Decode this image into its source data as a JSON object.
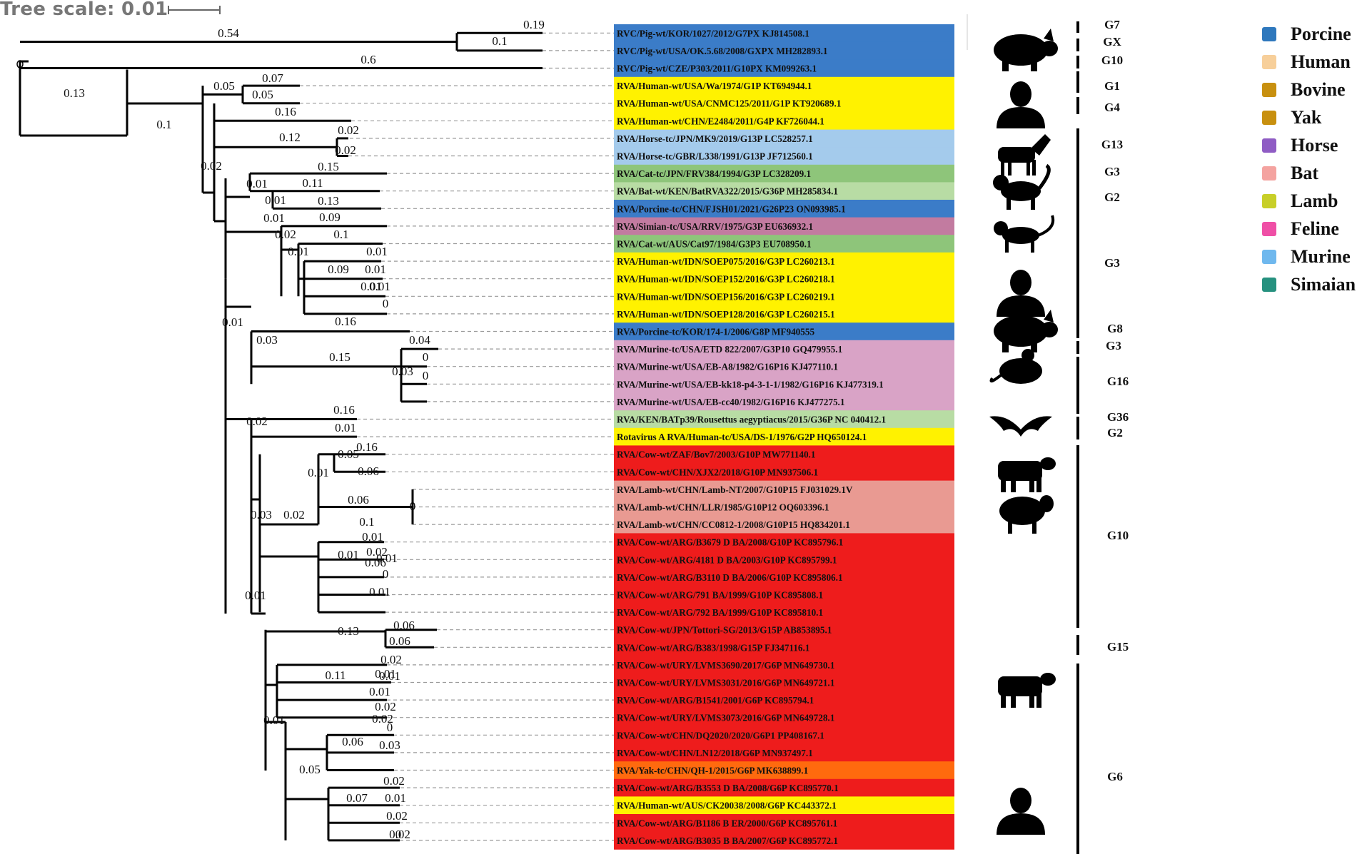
{
  "header": {
    "tree_scale_label": "Tree scale: 0.01"
  },
  "colors": {
    "porcine": "#3b7cc8",
    "human": "#fff200",
    "horse": "#a4cbec",
    "cat": "#8ec57a",
    "bat": "#b8dca4",
    "simian": "#c27ba0",
    "murine": "#d9a3c6",
    "lamb": "#e99a92",
    "cow": "#ee1c1c",
    "yak": "#ff6a0e",
    "branch": "#000000",
    "dashed_leader": "#9a9a9a"
  },
  "taxa": [
    {
      "label": "RVC/Pig-wt/KOR/1027/2012/G7PX KJ814508.1",
      "host": "porcine"
    },
    {
      "label": "RVC/Pig-wt/USA/OK.5.68/2008/GXPX MH282893.1",
      "host": "porcine"
    },
    {
      "label": "RVC/Pig-wt/CZE/P303/2011/G10PX KM099263.1",
      "host": "porcine"
    },
    {
      "label": "RVA/Human-wt/USA/Wa/1974/G1P KT694944.1",
      "host": "human"
    },
    {
      "label": "RVA/Human-wt/USA/CNMC125/2011/G1P KT920689.1",
      "host": "human"
    },
    {
      "label": "RVA/Human-wt/CHN/E2484/2011/G4P KF726044.1",
      "host": "human"
    },
    {
      "label": "RVA/Horse-tc/JPN/MK9/2019/G13P LC528257.1",
      "host": "horse"
    },
    {
      "label": "RVA/Horse-tc/GBR/L338/1991/G13P JF712560.1",
      "host": "horse"
    },
    {
      "label": "RVA/Cat-tc/JPN/FRV384/1994/G3P LC328209.1",
      "host": "cat"
    },
    {
      "label": "RVA/Bat-wt/KEN/BatRVA322/2015/G36P MH285834.1",
      "host": "bat"
    },
    {
      "label": "RVA/Porcine-tc/CHN/FJSH01/2021/G26P23 ON093985.1",
      "host": "porcine"
    },
    {
      "label": "RVA/Simian-tc/USA/RRV/1975/G3P EU636932.1",
      "host": "simian"
    },
    {
      "label": "RVA/Cat-wt/AUS/Cat97/1984/G3P3 EU708950.1",
      "host": "cat"
    },
    {
      "label": "RVA/Human-wt/IDN/SOEP075/2016/G3P LC260213.1",
      "host": "human"
    },
    {
      "label": "RVA/Human-wt/IDN/SOEP152/2016/G3P LC260218.1",
      "host": "human"
    },
    {
      "label": "RVA/Human-wt/IDN/SOEP156/2016/G3P LC260219.1",
      "host": "human"
    },
    {
      "label": "RVA/Human-wt/IDN/SOEP128/2016/G3P LC260215.1",
      "host": "human"
    },
    {
      "label": "RVA/Porcine-tc/KOR/174-1/2006/G8P MF940555",
      "host": "porcine"
    },
    {
      "label": "RVA/Murine-tc/USA/ETD 822/2007/G3P10 GQ479955.1",
      "host": "murine"
    },
    {
      "label": "RVA/Murine-wt/USA/EB-A8/1982/G16P16 KJ477110.1",
      "host": "murine"
    },
    {
      "label": "RVA/Murine-wt/USA/EB-kk18-p4-3-1-1/1982/G16P16 KJ477319.1",
      "host": "murine"
    },
    {
      "label": "RVA/Murine-wt/USA/EB-cc40/1982/G16P16 KJ477275.1",
      "host": "murine"
    },
    {
      "label": "RVA/KEN/BATp39/Rousettus aegyptiacus/2015/G36P NC 040412.1",
      "host": "bat"
    },
    {
      "label": "Rotavirus A RVA/Human-tc/USA/DS-1/1976/G2P HQ650124.1",
      "host": "human"
    },
    {
      "label": "RVA/Cow-wt/ZAF/Bov7/2003/G10P MW771140.1",
      "host": "cow"
    },
    {
      "label": "RVA/Cow-wt/CHN/XJX2/2018/G10P MN937506.1",
      "host": "cow"
    },
    {
      "label": "RVA/Lamb-wt/CHN/Lamb-NT/2007/G10P15 FJ031029.1V",
      "host": "lamb"
    },
    {
      "label": "RVA/Lamb-wt/CHN/LLR/1985/G10P12 OQ603396.1",
      "host": "lamb"
    },
    {
      "label": "RVA/Lamb-wt/CHN/CC0812-1/2008/G10P15 HQ834201.1",
      "host": "lamb"
    },
    {
      "label": "RVA/Cow-wt/ARG/B3679 D BA/2008/G10P KC895796.1",
      "host": "cow"
    },
    {
      "label": "RVA/Cow-wt/ARG/4181 D BA/2003/G10P KC895799.1",
      "host": "cow"
    },
    {
      "label": "RVA/Cow-wt/ARG/B3110 D BA/2006/G10P KC895806.1",
      "host": "cow"
    },
    {
      "label": "RVA/Cow-wt/ARG/791 BA/1999/G10P KC895808.1",
      "host": "cow"
    },
    {
      "label": "RVA/Cow-wt/ARG/792 BA/1999/G10P KC895810.1",
      "host": "cow"
    },
    {
      "label": "RVA/Cow-wt/JPN/Tottori-SG/2013/G15P AB853895.1",
      "host": "cow"
    },
    {
      "label": "RVA/Cow-wt/ARG/B383/1998/G15P FJ347116.1",
      "host": "cow"
    },
    {
      "label": "RVA/Cow-wt/URY/LVMS3690/2017/G6P MN649730.1",
      "host": "cow"
    },
    {
      "label": "RVA/Cow-wt/URY/LVMS3031/2016/G6P MN649721.1",
      "host": "cow"
    },
    {
      "label": "RVA/Cow-wt/ARG/B1541/2001/G6P KC895794.1",
      "host": "cow"
    },
    {
      "label": "RVA/Cow-wt/URY/LVMS3073/2016/G6P MN649728.1",
      "host": "cow"
    },
    {
      "label": "RVA/Cow-wt/CHN/DQ2020/2020/G6P1 PP408167.1",
      "host": "cow"
    },
    {
      "label": "RVA/Cow-wt/CHN/LN12/2018/G6P MN937497.1",
      "host": "cow"
    },
    {
      "label": "RVA/Yak-tc/CHN/QH-1/2015/G6P MK638899.1",
      "host": "yak"
    },
    {
      "label": "RVA/Cow-wt/ARG/B3553 D BA/2008/G6P KC895770.1",
      "host": "cow"
    },
    {
      "label": "RVA/Human-wt/AUS/CK20038/2008/G6P KC443372.1",
      "host": "human"
    },
    {
      "label": "RVA/Cow-wt/ARG/B1186 B ER/2000/G6P KC895761.1",
      "host": "cow"
    },
    {
      "label": "RVA/Cow-wt/ARG/B3035 B BA/2007/G6P KC895772.1",
      "host": "cow"
    }
  ],
  "tree": {
    "branches": [
      {
        "v": 0,
        "x0": 0,
        "y0": 0,
        "x1": 0,
        "y1": 0
      }
    ],
    "branch_lengths": [
      "0.54",
      "0.19",
      "0.1",
      "0.6",
      "0.13",
      "0.1",
      "0.05",
      "0.07",
      "0.05",
      "0.16",
      "0.12",
      "0.02",
      "0.02",
      "0.02",
      "0.15",
      "0.01",
      "0.11",
      "0.01",
      "0.13",
      "0.01",
      "0.09",
      "0.02",
      "0.1",
      "0.01",
      "0.01",
      "0.09",
      "0.01",
      "0.01",
      "0.01",
      "0",
      "0.01",
      "0.16",
      "0.03",
      "0.04",
      "0.15",
      "0",
      "0.03",
      "0",
      "0.16",
      "0.02",
      "0.01",
      "0.16",
      "0.05",
      "0.01",
      "0.06",
      "0.02",
      "0.06",
      "0.1",
      "0",
      "0.01",
      "0.02",
      "0.06",
      "0.03",
      "0.01",
      "0.01",
      "0",
      "0.01",
      "0.01",
      "0.13",
      "0.06",
      "0.06",
      "0.02",
      "0.01",
      "0.11",
      "0.01",
      "0.01",
      "0.02",
      "0.02",
      "0.01",
      "0.06",
      "0",
      "0.03",
      "0.05",
      "0.02",
      "0.07",
      "0.01",
      "0.02",
      "0.02",
      "0"
    ]
  },
  "genotypes": [
    "G7",
    "GX",
    "G10",
    "G1",
    "G4",
    "G13",
    "G3",
    "G2",
    "G3",
    "G8",
    "G3",
    "G16",
    "G36",
    "G2",
    "G10",
    "G15",
    "G6"
  ],
  "legend": [
    {
      "label": "Porcine",
      "color": "#2e78bd"
    },
    {
      "label": "Human",
      "color": "#f7cf9a"
    },
    {
      "label": "Bovine",
      "color": "#c8900f"
    },
    {
      "label": "Yak",
      "color": "#c8900f"
    },
    {
      "label": "Horse",
      "color": "#8f5cc4"
    },
    {
      "label": "Bat",
      "color": "#f4a3a0"
    },
    {
      "label": "Lamb",
      "color": "#c8cf28"
    },
    {
      "label": "Feline",
      "color": "#ef4fa6"
    },
    {
      "label": "Murine",
      "color": "#6fb8ee"
    },
    {
      "label": "Simaian",
      "color": "#26917f"
    }
  ],
  "silhouettes": [
    "pig-icon",
    "human-icon",
    "horse-icon",
    "cat-icon",
    "monkey-icon",
    "human-icon",
    "pig-icon",
    "mouse-icon",
    "bat-icon",
    "cow-icon",
    "sheep-icon",
    "cow-icon",
    "human-icon"
  ]
}
